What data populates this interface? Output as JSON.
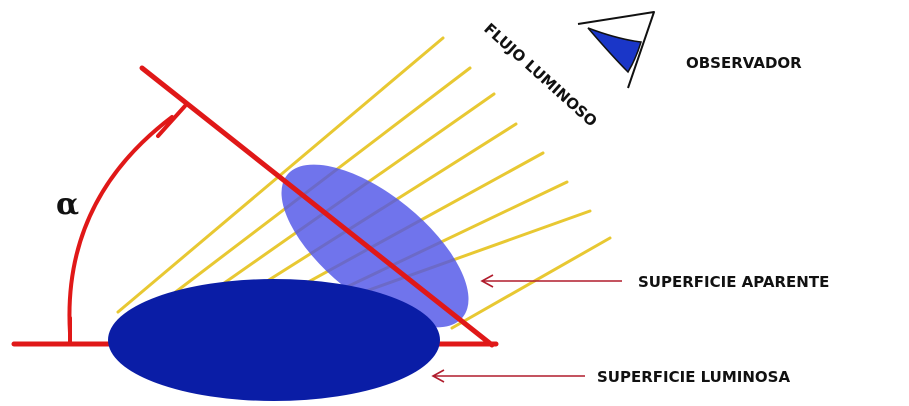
{
  "labels": {
    "angle": "α",
    "flux": "FLUJO LUMINOSO",
    "observer": "OBSERVADOR",
    "apparent_surface": "SUPERFICIE APARENTE",
    "luminous_surface": "SUPERFICIE LUMINOSA"
  },
  "colors": {
    "background": "#ffffff",
    "angle_lines": "#e01818",
    "light_rays": "#e8c832",
    "apparent_surface": "#5055e8",
    "luminous_surface": "#0a1da6",
    "pointer_arrows": "#b01c2c",
    "observer_eye": "#1a36c8",
    "text": "#111111"
  },
  "icons": {
    "observer": "eye-icon"
  }
}
